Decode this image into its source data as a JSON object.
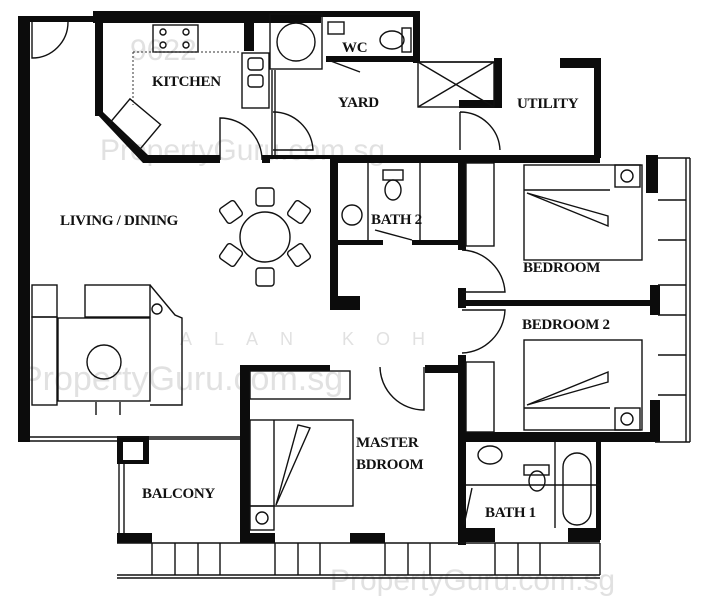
{
  "plan": {
    "type": "floor-plan",
    "rooms": [
      {
        "id": "kitchen",
        "label": "KITCHEN"
      },
      {
        "id": "wc",
        "label": "WC"
      },
      {
        "id": "yard",
        "label": "YARD"
      },
      {
        "id": "utility",
        "label": "UTILITY"
      },
      {
        "id": "living_dining",
        "label": "LIVING / DINING"
      },
      {
        "id": "bath2",
        "label": "BATH 2"
      },
      {
        "id": "bedroom",
        "label": "BEDROOM"
      },
      {
        "id": "bedroom2",
        "label": "BEDROOM 2"
      },
      {
        "id": "master_line1",
        "label": "MASTER"
      },
      {
        "id": "master_line2",
        "label": "BDROOM"
      },
      {
        "id": "balcony",
        "label": "BALCONY"
      },
      {
        "id": "bath1",
        "label": "BATH 1"
      }
    ],
    "watermark": {
      "line1": "ALAN KOH",
      "line2": "PropertyGuru.com.sg",
      "line3": "9622"
    },
    "colors": {
      "wall": "#0c0c0c",
      "background": "#ffffff",
      "watermark": "#c9c9c9"
    }
  }
}
